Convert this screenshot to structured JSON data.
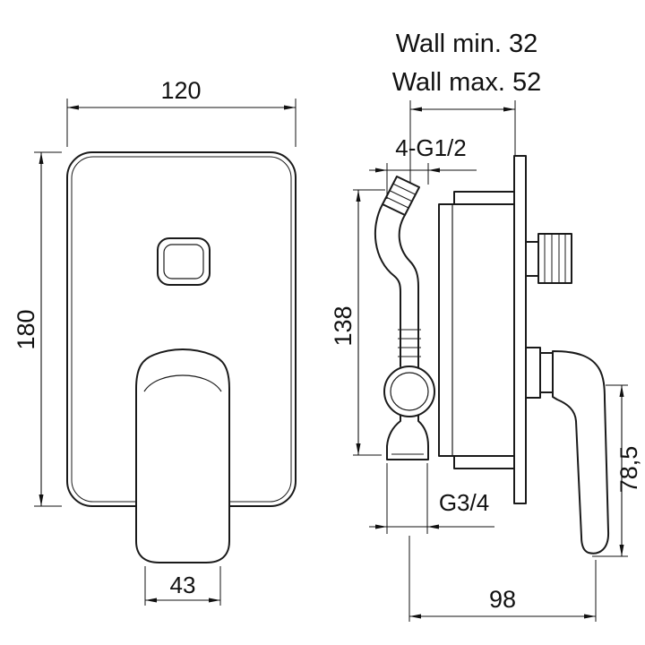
{
  "colors": {
    "line": "#1a1a1a",
    "background": "#ffffff"
  },
  "front_view": {
    "width": "120",
    "height": "180",
    "lever_width": "43"
  },
  "side_view": {
    "wall_min": "Wall min. 32",
    "wall_max": "Wall max. 52",
    "inlet_thread": "4-G1/2",
    "body_height": "138",
    "outlet_thread": "G3/4",
    "lever_drop": "78,5",
    "depth": "98"
  }
}
